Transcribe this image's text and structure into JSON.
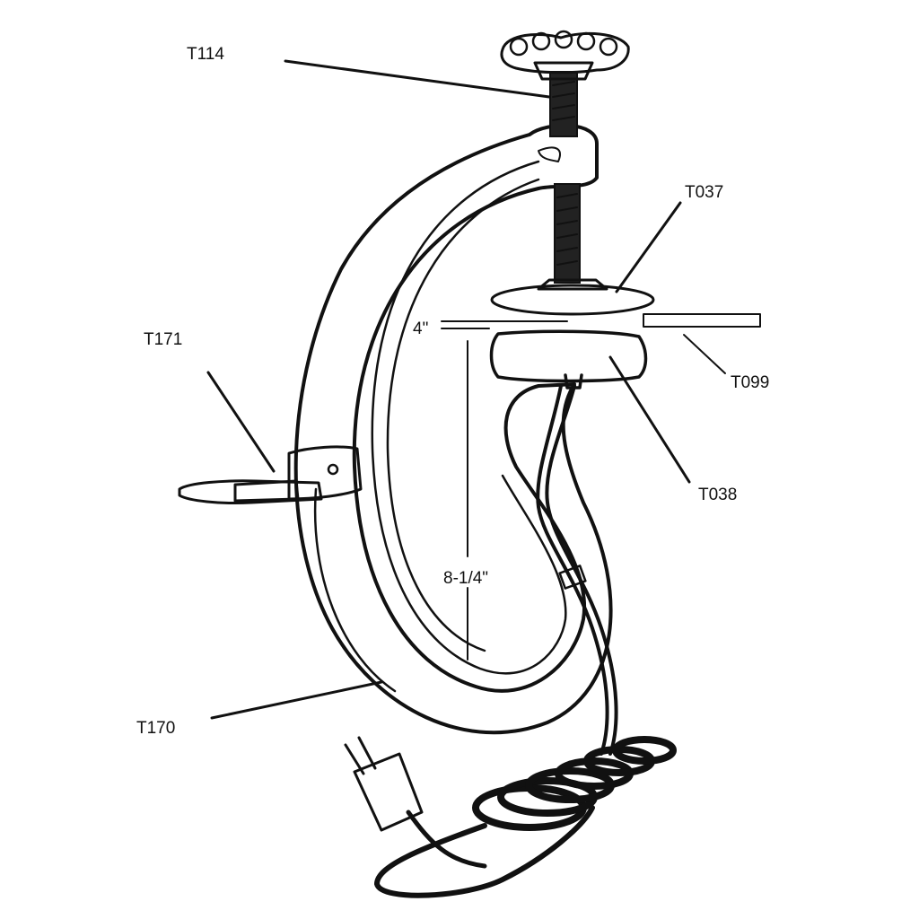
{
  "labels": {
    "t114": "T114",
    "t037": "T037",
    "t171": "T171",
    "t099": "T099",
    "t038": "T038",
    "t170": "T170"
  },
  "dimensions": {
    "opening": "4\"",
    "depth": "8-1/4\""
  }
}
